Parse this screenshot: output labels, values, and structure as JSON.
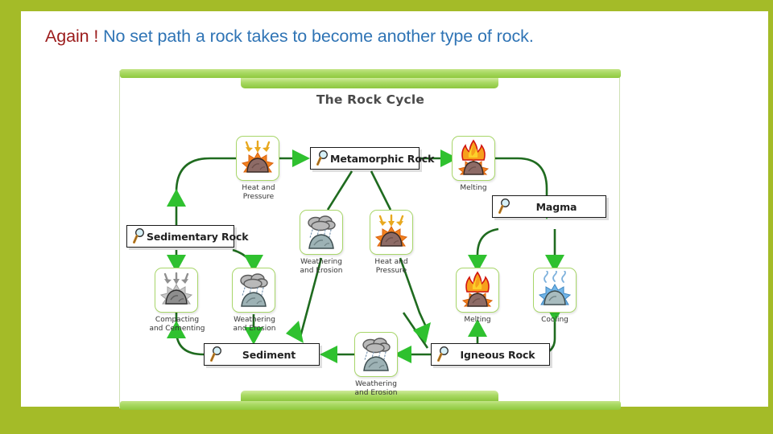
{
  "slide": {
    "title_highlight": "Again !",
    "title_rest": "No set path a rock takes to become another type of rock.",
    "accent_olive": "#a4bb28",
    "highlight_color": "#9b1b1b",
    "body_color": "#2f74b5"
  },
  "diagram": {
    "title": "The Rock Cycle",
    "arrow_color": "#2fc12f",
    "wire_color": "#1f6b1f",
    "tile_border_color": "#a8d66a",
    "labels": [
      {
        "id": "sedimentary-rock",
        "text": "Sedimentary Rock",
        "icon": "magnifier-icon"
      },
      {
        "id": "metamorphic-rock",
        "text": "Metamorphic Rock",
        "icon": "magnifier-icon"
      },
      {
        "id": "magma",
        "text": "Magma",
        "icon": "magnifier-icon"
      },
      {
        "id": "igneous-rock",
        "text": "Igneous Rock",
        "icon": "magnifier-icon"
      },
      {
        "id": "sediment",
        "text": "Sediment",
        "icon": "magnifier-icon"
      }
    ],
    "processes": [
      {
        "id": "heat-pressure-top",
        "caption": "Heat and\nPressure",
        "icon": "heat-pressure-icon"
      },
      {
        "id": "compacting-cementing",
        "caption": "Compacting\nand Cementing",
        "icon": "compacting-icon"
      },
      {
        "id": "weathering-erosion-left",
        "caption": "Weathering\nand Erosion",
        "icon": "weathering-icon"
      },
      {
        "id": "weathering-erosion-mid",
        "caption": "Weathering\nand Erosion",
        "icon": "weathering-icon"
      },
      {
        "id": "heat-pressure-mid",
        "caption": "Heat and\nPressure",
        "icon": "heat-pressure-icon"
      },
      {
        "id": "melting-top",
        "caption": "Melting",
        "icon": "melting-icon"
      },
      {
        "id": "melting-right",
        "caption": "Melting",
        "icon": "melting-icon"
      },
      {
        "id": "cooling",
        "caption": "Cooling",
        "icon": "cooling-icon"
      },
      {
        "id": "weathering-erosion-bottom",
        "caption": "Weathering\nand Erosion",
        "icon": "weathering-icon"
      }
    ],
    "caption_lines": {
      "heat_pressure_1": "Heat and",
      "heat_pressure_2": "Pressure",
      "compacting_1": "Compacting",
      "compacting_2": "and Cementing",
      "weathering_1": "Weathering",
      "weathering_2": "and Erosion",
      "melting": "Melting",
      "cooling": "Cooling"
    }
  }
}
